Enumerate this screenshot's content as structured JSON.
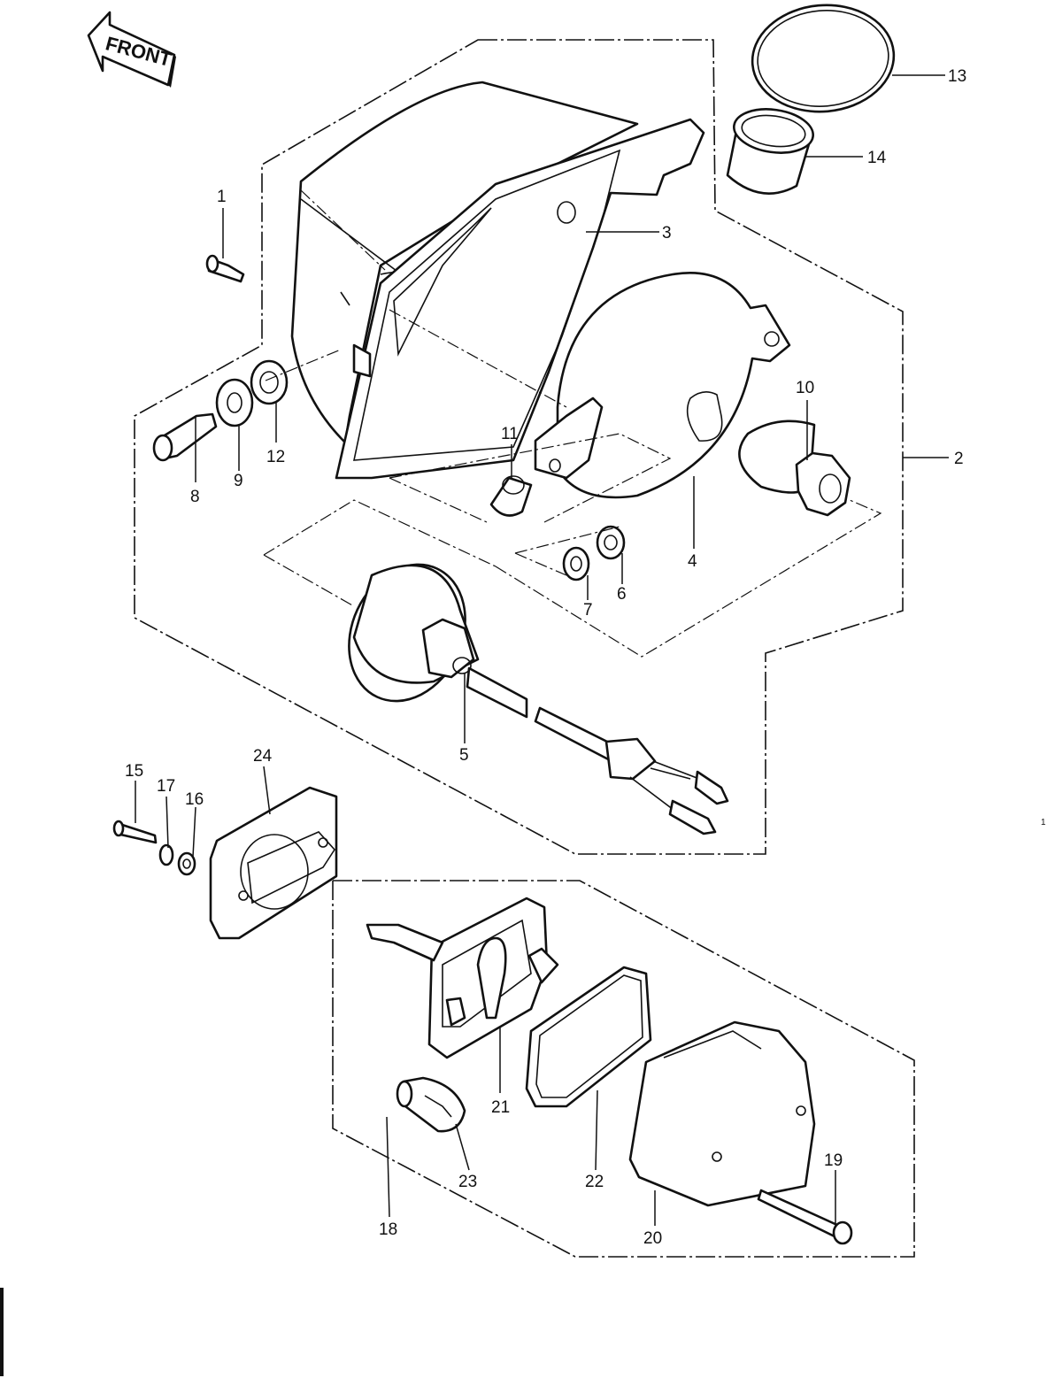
{
  "front_arrow": {
    "text": "FRONT"
  },
  "callouts": [
    {
      "id": "1",
      "text": "1"
    },
    {
      "id": "2",
      "text": "2"
    },
    {
      "id": "3",
      "text": "3"
    },
    {
      "id": "4",
      "text": "4"
    },
    {
      "id": "5",
      "text": "5"
    },
    {
      "id": "6",
      "text": "6"
    },
    {
      "id": "7",
      "text": "7"
    },
    {
      "id": "8",
      "text": "8"
    },
    {
      "id": "9",
      "text": "9"
    },
    {
      "id": "10",
      "text": "10"
    },
    {
      "id": "11",
      "text": "11"
    },
    {
      "id": "12",
      "text": "12"
    },
    {
      "id": "13",
      "text": "13"
    },
    {
      "id": "14",
      "text": "14"
    },
    {
      "id": "15",
      "text": "15"
    },
    {
      "id": "16",
      "text": "16"
    },
    {
      "id": "17",
      "text": "17"
    },
    {
      "id": "18",
      "text": "18"
    },
    {
      "id": "19",
      "text": "19"
    },
    {
      "id": "20",
      "text": "20"
    },
    {
      "id": "21",
      "text": "21"
    },
    {
      "id": "22",
      "text": "22"
    },
    {
      "id": "23",
      "text": "23"
    },
    {
      "id": "24",
      "text": "24"
    }
  ],
  "margin_mark": {
    "text": "1"
  }
}
